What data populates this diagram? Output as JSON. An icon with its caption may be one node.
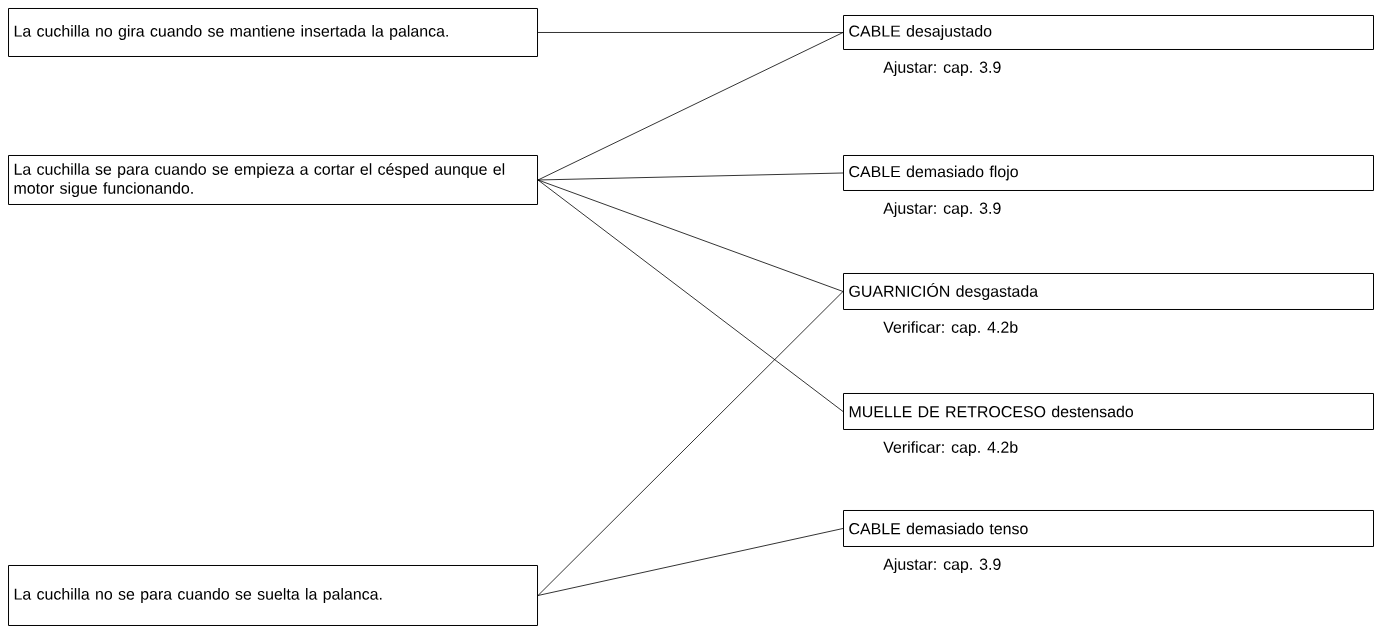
{
  "diagram": {
    "nodes": [
      {
        "text": [
          "La cuchilla no gira cuando se mantiene insertada la palanca."
        ]
      },
      {
        "text": [
          "La cuchilla se para cuando se empieza a cortar el césped aunque el motor sigue funcionando."
        ]
      },
      {
        "text": [
          "La cuchilla no se para cuando se suelta la palanca."
        ]
      },
      {
        "text": [
          "CABLE desajustado"
        ],
        "beside": [
          "Ajustar: cap. 3.9"
        ]
      },
      {
        "text": [
          "CABLE demasiado flojo"
        ],
        "beside": [
          "Ajustar: cap. 3.9"
        ]
      },
      {
        "text": [
          "GUARNICIÓN desgastada"
        ],
        "beside": [
          "Verificar: cap. 4.2b"
        ]
      },
      {
        "text": [
          "MUELLE DE RETROCESO destensado"
        ],
        "beside": [
          "Verificar: cap. 4.2b"
        ]
      },
      {
        "text": [
          "CABLE demasiado tenso"
        ],
        "beside": [
          "Ajustar: cap. 3.9"
        ]
      }
    ],
    "edges": [
      {
        "from": 0,
        "to": 3,
        "arrow": "none"
      },
      {
        "from": 1,
        "to": 3,
        "arrow": "none"
      },
      {
        "from": 1,
        "to": 4,
        "arrow": "none"
      },
      {
        "from": 1,
        "to": 5,
        "arrow": "none"
      },
      {
        "from": 1,
        "to": 6,
        "arrow": "none"
      },
      {
        "from": 2,
        "to": 5,
        "arrow": "none"
      },
      {
        "from": 2,
        "to": 7,
        "arrow": "none"
      }
    ]
  }
}
